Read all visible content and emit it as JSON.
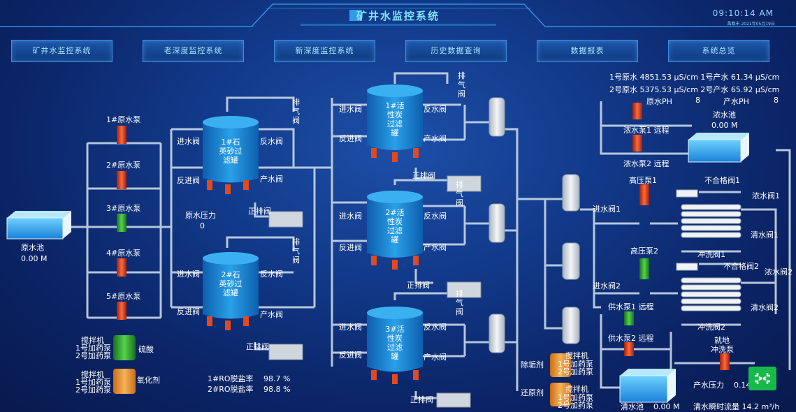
{
  "header": {
    "title": "矿井水监控系统",
    "time": "09:10:14 AM",
    "city": "昌都市",
    "date": "2021年05月19日"
  },
  "nav": [
    "矿井水监控系统",
    "老深度监控系统",
    "新深度监控系统",
    "历史数据查询",
    "数据报表",
    "系统总览"
  ],
  "readouts": {
    "r1": "1号原水 4851.53 μS/cm  1号产水   61.34 μS/cm",
    "r2": "2号原水 5375.53 μS/cm  2号产水   65.92 μS/cm",
    "r3a": "原水PH",
    "r3b": "8",
    "r3c": "产水PH",
    "r3d": "8"
  },
  "raw_pool": {
    "label": "原水池",
    "value": "0.00 M"
  },
  "pumps": [
    "1#原水泵",
    "2#原水泵",
    "3#原水泵",
    "4#原水泵",
    "5#原水泵"
  ],
  "sand1": "1#石英砂过滤罐",
  "sand2": "2#石英砂过滤罐",
  "carbon1": "1#活性炭过滤罐",
  "carbon2": "2#活性炭过滤罐",
  "carbon3": "3#活性炭过滤罐",
  "valves": {
    "in": "进水阀",
    "back": "反水阀",
    "backin": "反进阀",
    "out": "产水阀",
    "drain": "正排阀",
    "vent": "排气阀"
  },
  "raw_pressure": {
    "label": "原水压力",
    "value": "0"
  },
  "mixer": {
    "label": "搅拌机",
    "dose1": "1号加药泵",
    "dose2": "2号加药泵",
    "acid": "硫酸",
    "oxidant": "氧化剂",
    "antiscalant": "除垢剂",
    "reductant": "还原剂"
  },
  "ro": {
    "rate1_label": "1#RO脱盐率",
    "rate1": "98.7 %",
    "rate2_label": "2#RO脱盐率",
    "rate2": "98.8 %"
  },
  "conc_pool": {
    "label": "浓水池",
    "value": "0.00 M"
  },
  "conc_pumps": [
    "浓水泵1",
    "浓水泵2"
  ],
  "remote": "远程",
  "hp": [
    "高压泵1",
    "高压泵2"
  ],
  "inlet": [
    "进水阀1",
    "进水阀2"
  ],
  "reject": [
    "不合格阀1",
    "不合格阀2"
  ],
  "conc_valves": [
    "浓水阀1",
    "浓水阀2"
  ],
  "clean_valves": [
    "清水阀1",
    "清水阀2"
  ],
  "flush": [
    "冲洗阀1",
    "冲洗阀2"
  ],
  "supply": [
    "供水泵1",
    "供水泵2"
  ],
  "onsite": "就地",
  "flush_pump": "冲洗泵",
  "clean_pool": {
    "label": "清水池",
    "value": "0.00 M"
  },
  "product_pressure": {
    "label": "产水压力",
    "value": "0.14"
  },
  "flow": {
    "label": "清水瞬时流量",
    "value": "14.2 m³/h"
  }
}
